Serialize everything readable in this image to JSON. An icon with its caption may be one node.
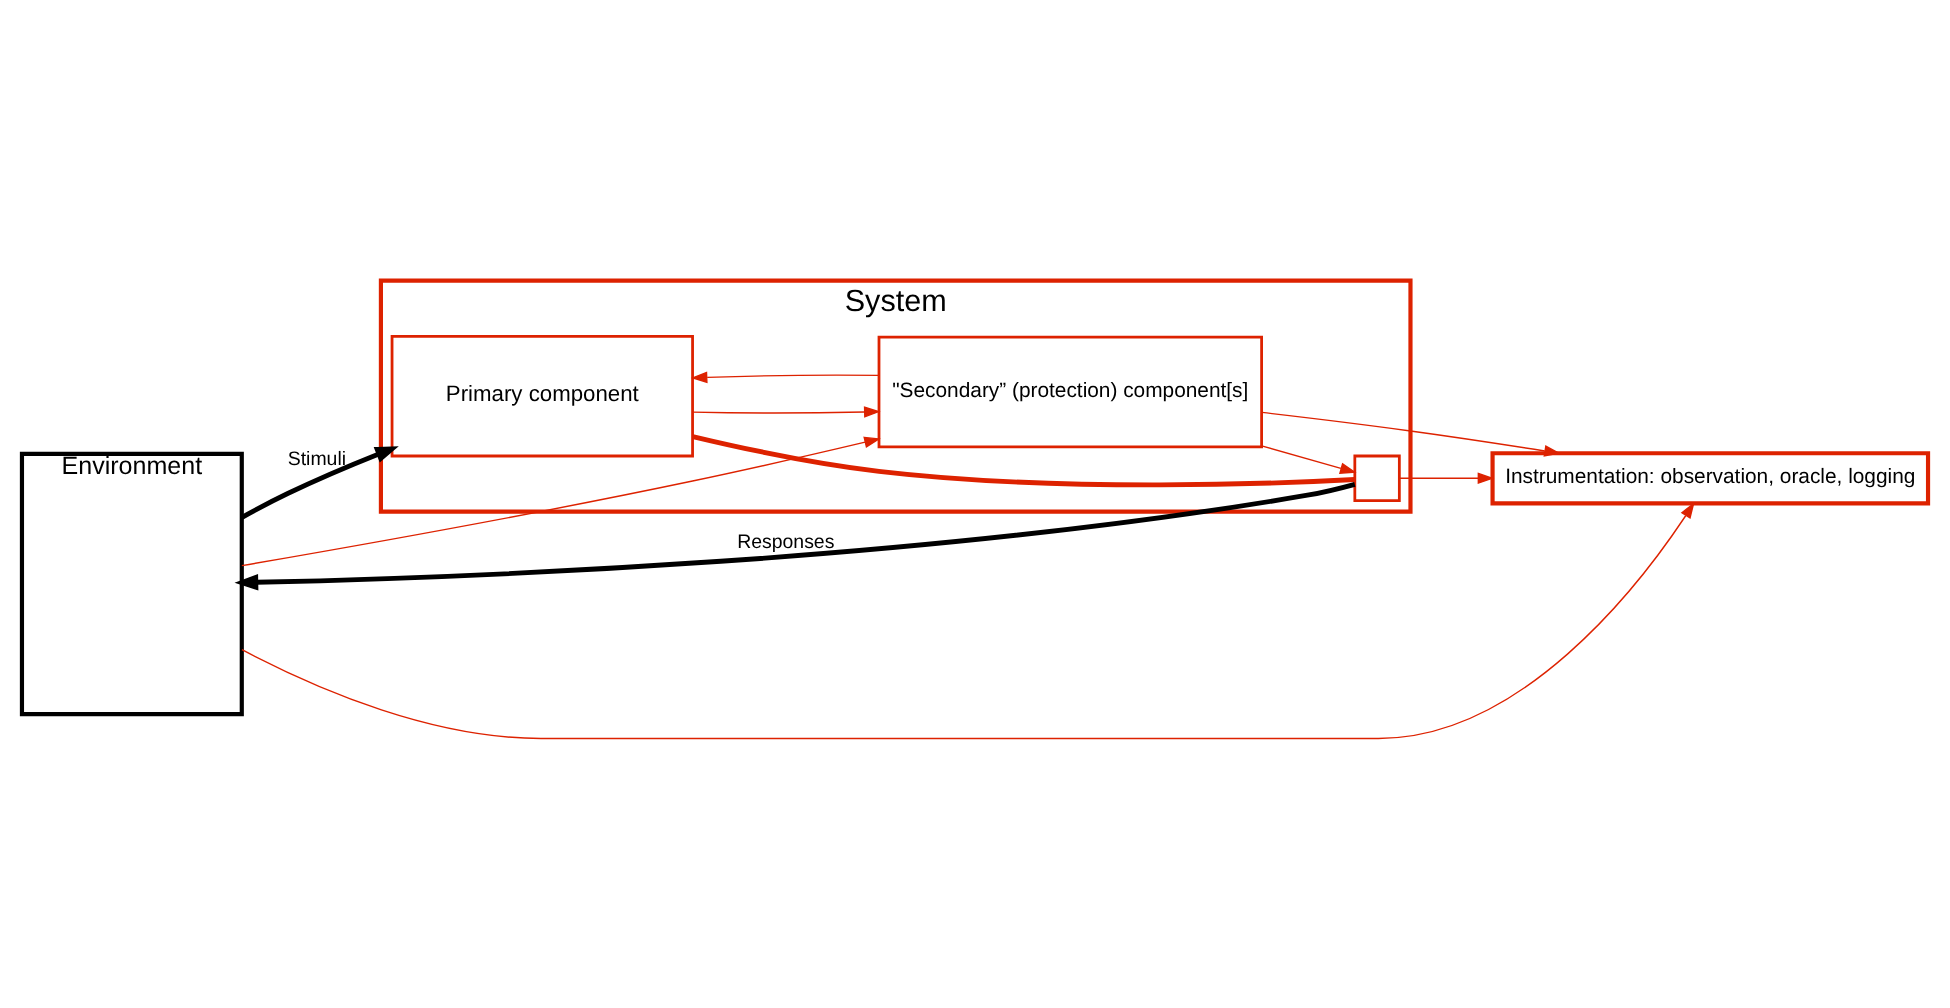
{
  "diagram": {
    "nodes": [
      {
        "text": [
          "Environment"
        ]
      },
      {
        "text": [
          "System"
        ]
      },
      {
        "text": [
          "Primary component"
        ],
        "in": 1
      },
      {
        "text": [
          "\"Secondary” (protection) component[s]"
        ],
        "in": 1
      },
      {
        "text": [],
        "shape": "box",
        "in": 1
      },
      {
        "text": [
          "Instrumentation: observation, oracle, logging"
        ]
      }
    ],
    "edges": [
      {
        "from": 0,
        "to": 2,
        "arrow": "to",
        "label": "Stimuli",
        "style": "thick",
        "color": "#000000"
      },
      {
        "from": 4,
        "to": 0,
        "arrow": "to",
        "label": "Responses",
        "style": "thick",
        "color": "#000000"
      },
      {
        "from": 2,
        "to": 4,
        "arrow": "none",
        "style": "thick"
      },
      {
        "from": 0,
        "to": 3,
        "arrow": "to"
      },
      {
        "from": 2,
        "to": 3,
        "arrow": "to"
      },
      {
        "from": 3,
        "to": 2,
        "arrow": "to"
      },
      {
        "from": 3,
        "to": 4,
        "arrow": "to"
      },
      {
        "from": 0,
        "to": 5,
        "arrow": "to"
      },
      {
        "from": 4,
        "to": 5,
        "arrow": "to"
      },
      {
        "from": 3,
        "to": 5,
        "arrow": "to"
      }
    ]
  }
}
